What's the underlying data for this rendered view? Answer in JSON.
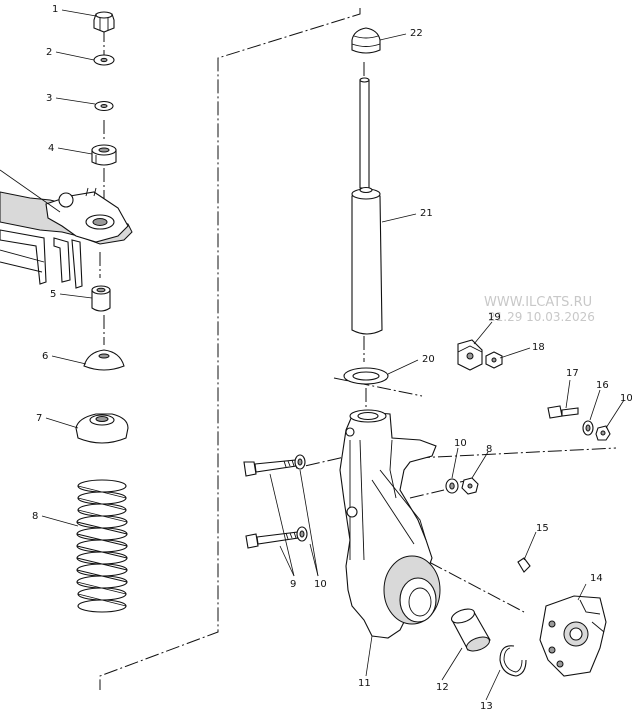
{
  "watermark": {
    "line1": "WWW.ILCATS.RU",
    "line2": "21.29 10.03.2026"
  },
  "callouts": [
    {
      "id": "c1",
      "label": "1"
    },
    {
      "id": "c2",
      "label": "2"
    },
    {
      "id": "c3",
      "label": "3"
    },
    {
      "id": "c4",
      "label": "4"
    },
    {
      "id": "c5",
      "label": "5"
    },
    {
      "id": "c6",
      "label": "6"
    },
    {
      "id": "c7",
      "label": "7"
    },
    {
      "id": "c8a",
      "label": "8"
    },
    {
      "id": "c8b",
      "label": "8"
    },
    {
      "id": "c9",
      "label": "9"
    },
    {
      "id": "c10a",
      "label": "10"
    },
    {
      "id": "c10b",
      "label": "10"
    },
    {
      "id": "c10c",
      "label": "10"
    },
    {
      "id": "c11",
      "label": "11"
    },
    {
      "id": "c12",
      "label": "12"
    },
    {
      "id": "c13",
      "label": "13"
    },
    {
      "id": "c14",
      "label": "14"
    },
    {
      "id": "c15",
      "label": "15"
    },
    {
      "id": "c16",
      "label": "16"
    },
    {
      "id": "c17",
      "label": "17"
    },
    {
      "id": "c18",
      "label": "18"
    },
    {
      "id": "c19",
      "label": "19"
    },
    {
      "id": "c20",
      "label": "20"
    },
    {
      "id": "c21",
      "label": "21"
    },
    {
      "id": "c22",
      "label": "22"
    }
  ]
}
